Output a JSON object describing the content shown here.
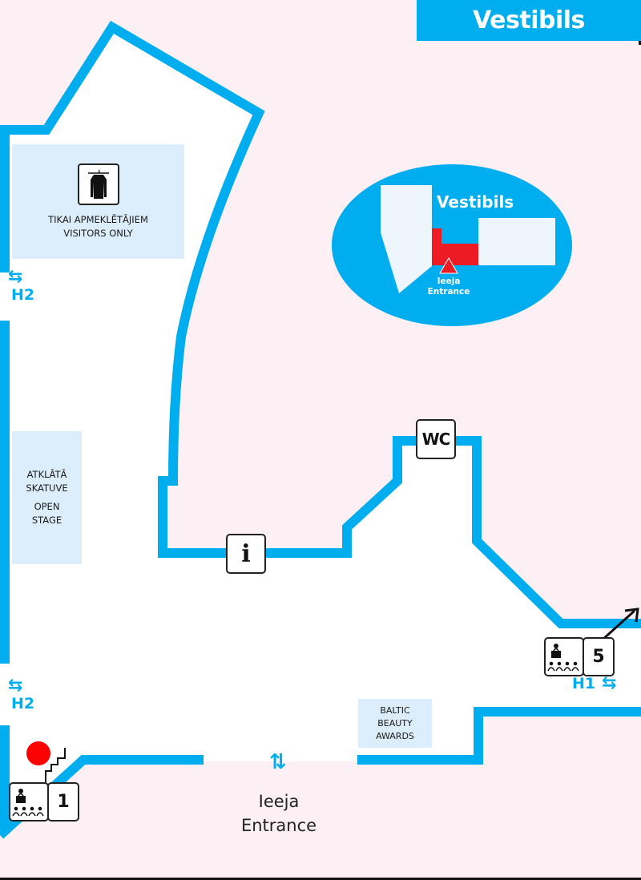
{
  "title": "Vestibils",
  "colors": {
    "wall": "#00aeef",
    "background": "#fcf0f4",
    "floor": "#ffffff",
    "zone": "#dcedfb",
    "highlight": "#ed1c24",
    "marker": "#ff0000"
  },
  "zones": {
    "cloakroom": {
      "icon": "coat-hanger-icon",
      "line1": "TIKAI APMEKLĒTĀJIEM",
      "line2": "VISITORS ONLY"
    },
    "stage": {
      "line1": "ATKLĀTĀ",
      "line2": "SKATUVE",
      "line3": "OPEN",
      "line4": "STAGE"
    },
    "baltic": {
      "line1": "BALTIC",
      "line2": "BEAUTY",
      "line3": "AWARDS"
    }
  },
  "minimap": {
    "title": "Vestibils",
    "entrance_lv": "Ieeja",
    "entrance_en": "Entrance"
  },
  "facilities": {
    "info": "i",
    "wc": "WC"
  },
  "halls": [
    {
      "id": "hall-1",
      "number": "1"
    },
    {
      "id": "hall-5",
      "number": "5"
    }
  ],
  "links": {
    "h2_top": {
      "label": "H2",
      "arrow": "⇆"
    },
    "h2_bottom": {
      "label": "H2",
      "arrow": "⇆"
    },
    "h1": {
      "label": "H1",
      "arrow": "⇆"
    }
  },
  "entrance": {
    "arrow": "⇅",
    "label_lv": "Ieeja",
    "label_en": "Entrance"
  }
}
